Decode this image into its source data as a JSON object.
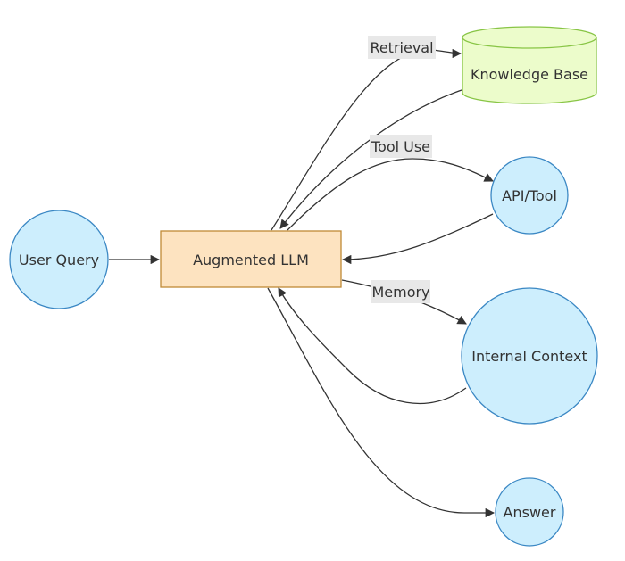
{
  "nodes": {
    "user_query": "User Query",
    "augmented_llm": "Augmented LLM",
    "knowledge_base": "Knowledge Base",
    "api_tool": "API/Tool",
    "internal_context": "Internal Context",
    "answer": "Answer"
  },
  "edges": {
    "retrieval": "Retrieval",
    "tool_use": "Tool Use",
    "memory": "Memory"
  },
  "colors": {
    "circle_fill": "#cdeefd",
    "circle_stroke": "#3b88c4",
    "box_fill": "#fde3c0",
    "box_stroke": "#c08a35",
    "db_fill": "#ecfccb",
    "db_stroke": "#88c545",
    "edge": "#333333",
    "edge_label_bg": "#e8e8e8"
  }
}
